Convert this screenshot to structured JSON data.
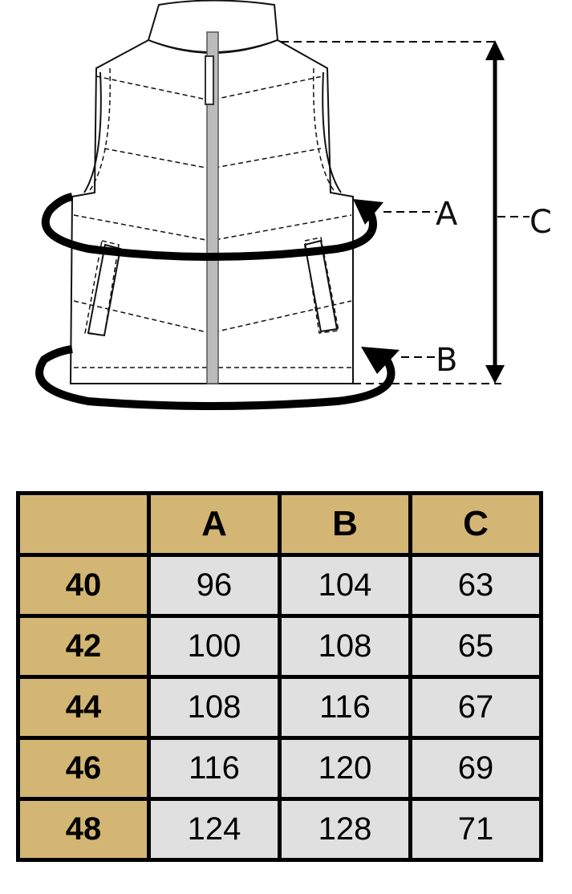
{
  "diagram": {
    "labels": {
      "a": "A",
      "b": "B",
      "c": "C"
    },
    "colors": {
      "stroke": "#000000",
      "zipper": "#9a9a9a"
    }
  },
  "table": {
    "headers": [
      "",
      "A",
      "B",
      "C"
    ],
    "rows": [
      {
        "size": "40",
        "a": "96",
        "b": "104",
        "c": "63"
      },
      {
        "size": "42",
        "a": "100",
        "b": "108",
        "c": "65"
      },
      {
        "size": "44",
        "a": "108",
        "b": "116",
        "c": "67"
      },
      {
        "size": "46",
        "a": "116",
        "b": "120",
        "c": "69"
      },
      {
        "size": "48",
        "a": "124",
        "b": "128",
        "c": "71"
      }
    ],
    "colors": {
      "header": "#d3b574",
      "cell": "#e0e0e0",
      "border": "#000000"
    }
  }
}
